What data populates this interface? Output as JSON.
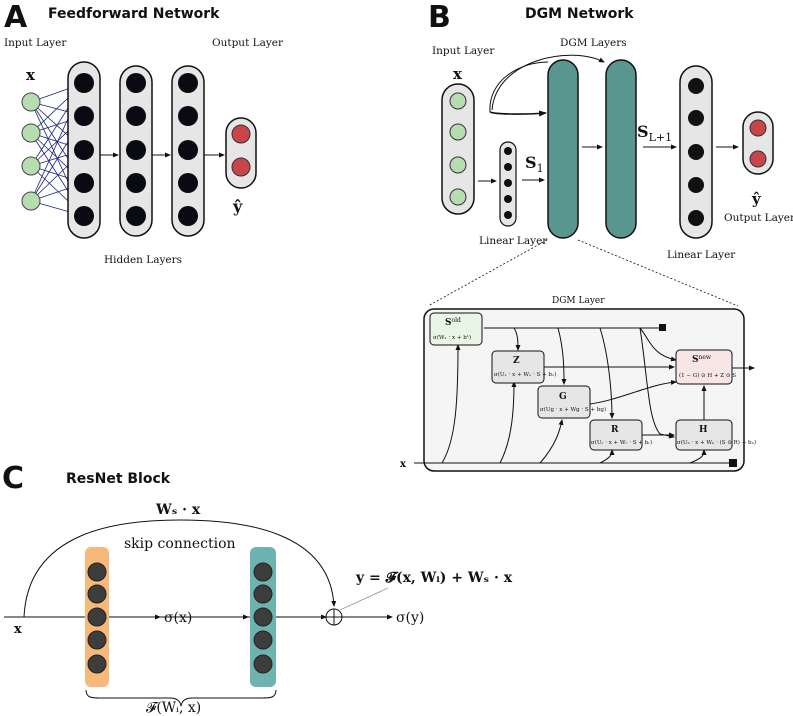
{
  "panels": {
    "a": {
      "letter": "A",
      "title": "Feedforward Network",
      "input_label": "Input Layer",
      "output_label": "Output Layer",
      "hidden_label": "Hidden Layers",
      "x_symbol": "x",
      "yhat_symbol": "ŷ"
    },
    "b": {
      "letter": "B",
      "title": "DGM Network",
      "input_label": "Input Layer",
      "dgm_layers_label": "DGM Layers",
      "linear_layer_left": "Linear Layer",
      "linear_layer_right": "Linear Layer",
      "output_label": "Output Layer",
      "x_symbol": "x",
      "s1_main": "S",
      "s1_sub": "1",
      "sl_main": "S",
      "sl_sub": "L+1",
      "yhat_symbol": "ŷ",
      "inset": {
        "title": "DGM Layer",
        "x_label": "x",
        "sold_main": "S",
        "sold_sup": "old",
        "sold_formula": "σ(W₁ · x + b¹)",
        "z_label": "Z",
        "z_formula": "σ(Uₓ · x + Wₓ · S + bₓ)",
        "g_label": "G",
        "g_formula": "σ(Uɡ · x + Wɡ · S + bɡ)",
        "r_label": "R",
        "r_formula": "σ(Uᵣ · x + Wᵣ · S + bᵣ)",
        "h_label": "H",
        "h_formula": "σ(Uₕ · x + Wₕ · (S ⊙ R) + bₕ)",
        "snew_main": "S",
        "snew_sup": "new",
        "snew_formula": "(1 − G) ⊙ H + Z ⊙ S"
      }
    },
    "c": {
      "letter": "C",
      "title": "ResNet Block",
      "ws_x": "Wₛ · x",
      "skip_label": "skip connection",
      "x_symbol": "x",
      "sigma_x": "σ(x)",
      "sigma_y": "σ(y)",
      "equation": "y = 𝓕(x, Wᵢ) + Wₛ · x",
      "f_label": "𝓕(Wᵢ, x)"
    }
  },
  "colors": {
    "input_node": "#b5ddb0",
    "output_node": "#c9454a",
    "dgm_layer": "#5a9690",
    "layer_box": "#e6e6e6",
    "orange_layer": "#f6b97a",
    "teal_layer": "#6fb3b1",
    "dark_node": "#3d3d3d",
    "snew_box": "#f8e6e6",
    "sold_box": "#e9f5e5"
  }
}
